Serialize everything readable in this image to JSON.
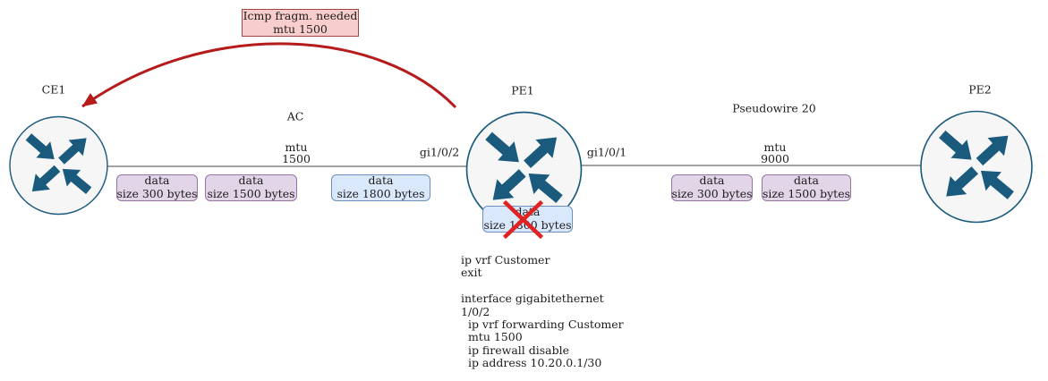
{
  "routers": {
    "ce1": "CE1",
    "pe1": "PE1",
    "pe2": "PE2"
  },
  "ac_link": {
    "name": "AC",
    "mtu_label": "mtu",
    "mtu_value": "1500",
    "pe1_interface": "gi1/0/2"
  },
  "pseudowire_link": {
    "name": "Pseudowire 20",
    "mtu_label": "mtu",
    "mtu_value": "9000",
    "pe1_interface": "gi1/0/1"
  },
  "icmp_notice": {
    "line1": "Icmp fragm. needed",
    "line2": "mtu 1500"
  },
  "packets": {
    "ac_300": {
      "line1": "data",
      "line2": "size 300 bytes"
    },
    "ac_1500": {
      "line1": "data",
      "line2": "size 1500 bytes"
    },
    "ac_1800": {
      "line1": "data",
      "line2": "size 1800 bytes"
    },
    "pw_300": {
      "line1": "data",
      "line2": "size 300 bytes"
    },
    "pw_1500": {
      "line1": "data",
      "line2": "size 1500 bytes"
    },
    "dropped_1800": {
      "line1": "data",
      "line2": "size 1800 bytes"
    }
  },
  "pe1_config": {
    "lines": [
      "ip vrf Customer",
      "exit",
      "",
      "interface gigabitethernet",
      "1/0/2",
      "  ip vrf forwarding Customer",
      "  mtu 1500",
      "  ip firewall disable",
      "  ip address 10.20.0.1/30"
    ]
  },
  "colors": {
    "router_stroke": "#1a5a7d",
    "router_fill": "#f6f6f6",
    "link": "#454545",
    "packet_purple_fill": "#e1d5e7",
    "packet_purple_border": "#9673a6",
    "packet_blue_fill": "#dae8fc",
    "packet_blue_border": "#6c8ebf",
    "notice_fill": "#f8cecc",
    "notice_border": "#a04545",
    "icmp_arrow": "#b51b1b",
    "drop_cross": "#e02222",
    "text": "#1c1c1c"
  }
}
